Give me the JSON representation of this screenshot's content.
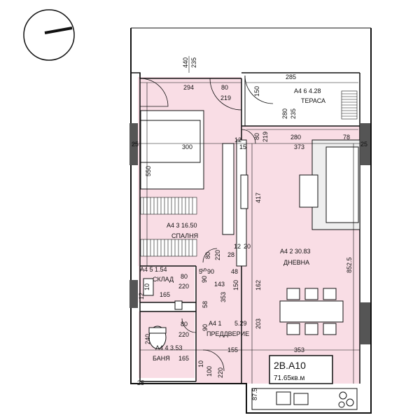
{
  "unit_tag": {
    "code": "2В.А10",
    "area": "71.65кв.м"
  },
  "rooms": {
    "terrace": {
      "id_area": "А4 6 4.28",
      "name": "ТЕРАСА"
    },
    "bedroom": {
      "id_area": "А4 3 16.50",
      "name": "СПАЛНЯ"
    },
    "living": {
      "id_area": "А4 2 30.83",
      "name": "ДНЕВНА"
    },
    "storage": {
      "id_area": "А4 5 1.54",
      "name": "СКЛАД"
    },
    "hall": {
      "id_area": "А4 1",
      "area": "5.29",
      "name": "ПРЕДДВЕРИЕ"
    },
    "bath": {
      "id_area": "А4 4 3.53",
      "name": "БАНЯ"
    }
  },
  "dims": {
    "d440": "440",
    "d235": "235",
    "d285": "285",
    "d294": "294",
    "d80a": "80",
    "d219a": "219",
    "d150a": "150",
    "d280a": "280",
    "d235b": "235",
    "d80b": "80",
    "d219b": "219",
    "d280b": "280",
    "d78": "78",
    "d25l": "25",
    "d300": "300",
    "d12": "12",
    "d15": "15",
    "d373": "373",
    "d25r": "25",
    "d550": "550",
    "d417": "417",
    "d80c": "80",
    "d220a": "220",
    "d12b": "12",
    "d20": "20",
    "d28": "28",
    "d5": "5",
    "d90a": "90",
    "d48": "48",
    "d80d": "80",
    "d220b": "220",
    "d90b": "90",
    "d5b": "5",
    "d143": "143",
    "d150b": "150",
    "d162": "162",
    "d852": "852.5",
    "d10a": "10",
    "d165a": "165",
    "d12c": "12",
    "d58": "58",
    "d353a": "353",
    "d203": "203",
    "d80e": "80",
    "d220c": "220",
    "d90c": "90",
    "d240": "240",
    "d155": "155",
    "d353b": "353",
    "d165b": "165",
    "d10b": "10",
    "d100": "100",
    "d220d": "220",
    "d25b": "25",
    "d875": "87.5"
  }
}
